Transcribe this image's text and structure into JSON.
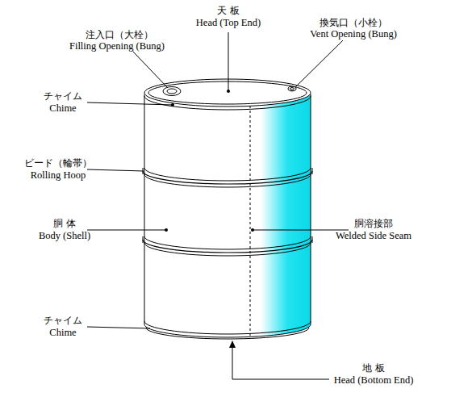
{
  "diagram": {
    "labels": [
      "注入口（大栓）",
      "Filling Opening (Bung)",
      "天 板",
      "Head (Top End)",
      "換気口（小栓）",
      "Vent Opening (Bung)",
      "チャイム",
      "Chime",
      "ビード（輪帯）",
      "Rolling Hoop",
      "胴 体",
      "Body (Shell)",
      "胴溶接部",
      "Welded Side Seam",
      "チャイム",
      "Chime",
      "地 板",
      "Head (Bottom End)"
    ]
  }
}
